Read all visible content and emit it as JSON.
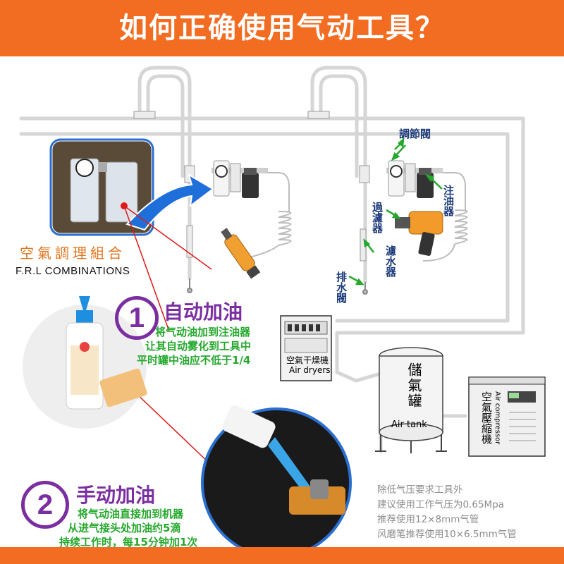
{
  "title": "如何正确使用气动工具？",
  "labels": {
    "regulator": "調節閥",
    "lubricator": "注油器",
    "filter": "過濾器",
    "water_filter": "濾水器",
    "drain": "排水閥"
  },
  "frl": {
    "cn": "空氣調理組合",
    "en": "F.R.L COMBINATIONS"
  },
  "step1": {
    "number": "1",
    "heading": "自动加油",
    "lines": [
      "将气动油加到注油器",
      "让其自动雾化到工具中",
      "平时罐中油应不低于1/4"
    ]
  },
  "step2": {
    "number": "2",
    "heading": "手动加油",
    "lines": [
      "将气动油直接加到机器",
      "从进气接头处加油约5滴",
      "持续工作时，每15分钟加1次"
    ]
  },
  "dryer": {
    "cn": "空氣干燥機",
    "en": "Air dryers"
  },
  "tank": {
    "cn": "儲氣罐",
    "en": "Air tank"
  },
  "compressor": {
    "cn": "空氣壓縮機",
    "en": "Air compressor"
  },
  "notes": [
    "除低气压要求工具外",
    "建议使用工作气压为0.65Mpa",
    "推荐使用12×8mm气管",
    "风磨笔推荐使用10×6.5mm气管"
  ],
  "colors": {
    "banner": "#f26c21",
    "purple": "#7b2ea0",
    "green": "#24a82c",
    "label_blue": "#1b3a7a",
    "pipe": "#d9d9d9",
    "arrow_blue": "#1e6fd9"
  }
}
